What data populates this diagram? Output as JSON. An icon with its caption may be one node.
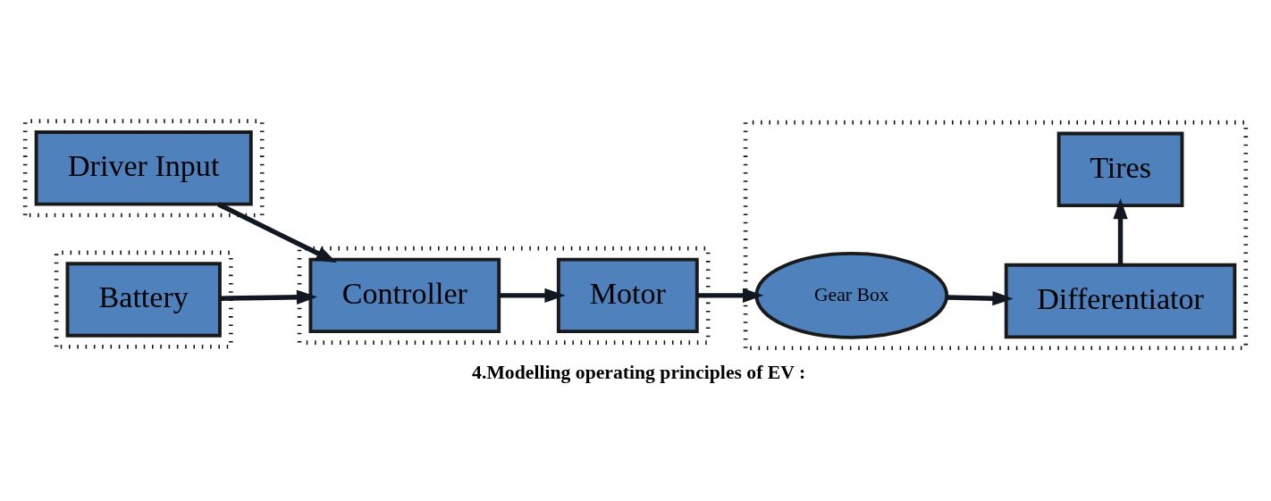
{
  "diagram": {
    "caption": "4.Modelling operating principles of EV :",
    "nodes": [
      {
        "text": [],
        "shape": "box"
      },
      {
        "text": [
          "Driver Input"
        ],
        "in": 0
      },
      {
        "text": [],
        "shape": "box"
      },
      {
        "text": [
          "Controller"
        ],
        "in": 2
      },
      {
        "text": [
          "Motor"
        ],
        "in": 2
      },
      {
        "text": [],
        "shape": "box"
      },
      {
        "text": [
          "Gear Box"
        ],
        "in": 5
      },
      {
        "text": [
          "Differentiator"
        ],
        "in": 5
      },
      {
        "text": [
          "Tires"
        ],
        "in": 5
      },
      {
        "text": [],
        "shape": "box"
      },
      {
        "text": [
          "Battery"
        ],
        "in": 9
      }
    ],
    "edges": [
      {
        "from": 1,
        "to": 3,
        "arrow": "to"
      },
      {
        "from": 3,
        "to": 4,
        "arrow": "to"
      },
      {
        "from": 4,
        "to": 6,
        "arrow": "to"
      },
      {
        "from": 6,
        "to": 7,
        "arrow": "to"
      },
      {
        "from": 7,
        "to": 8,
        "arrow": "to"
      },
      {
        "from": 10,
        "to": 3,
        "arrow": "to"
      }
    ]
  }
}
